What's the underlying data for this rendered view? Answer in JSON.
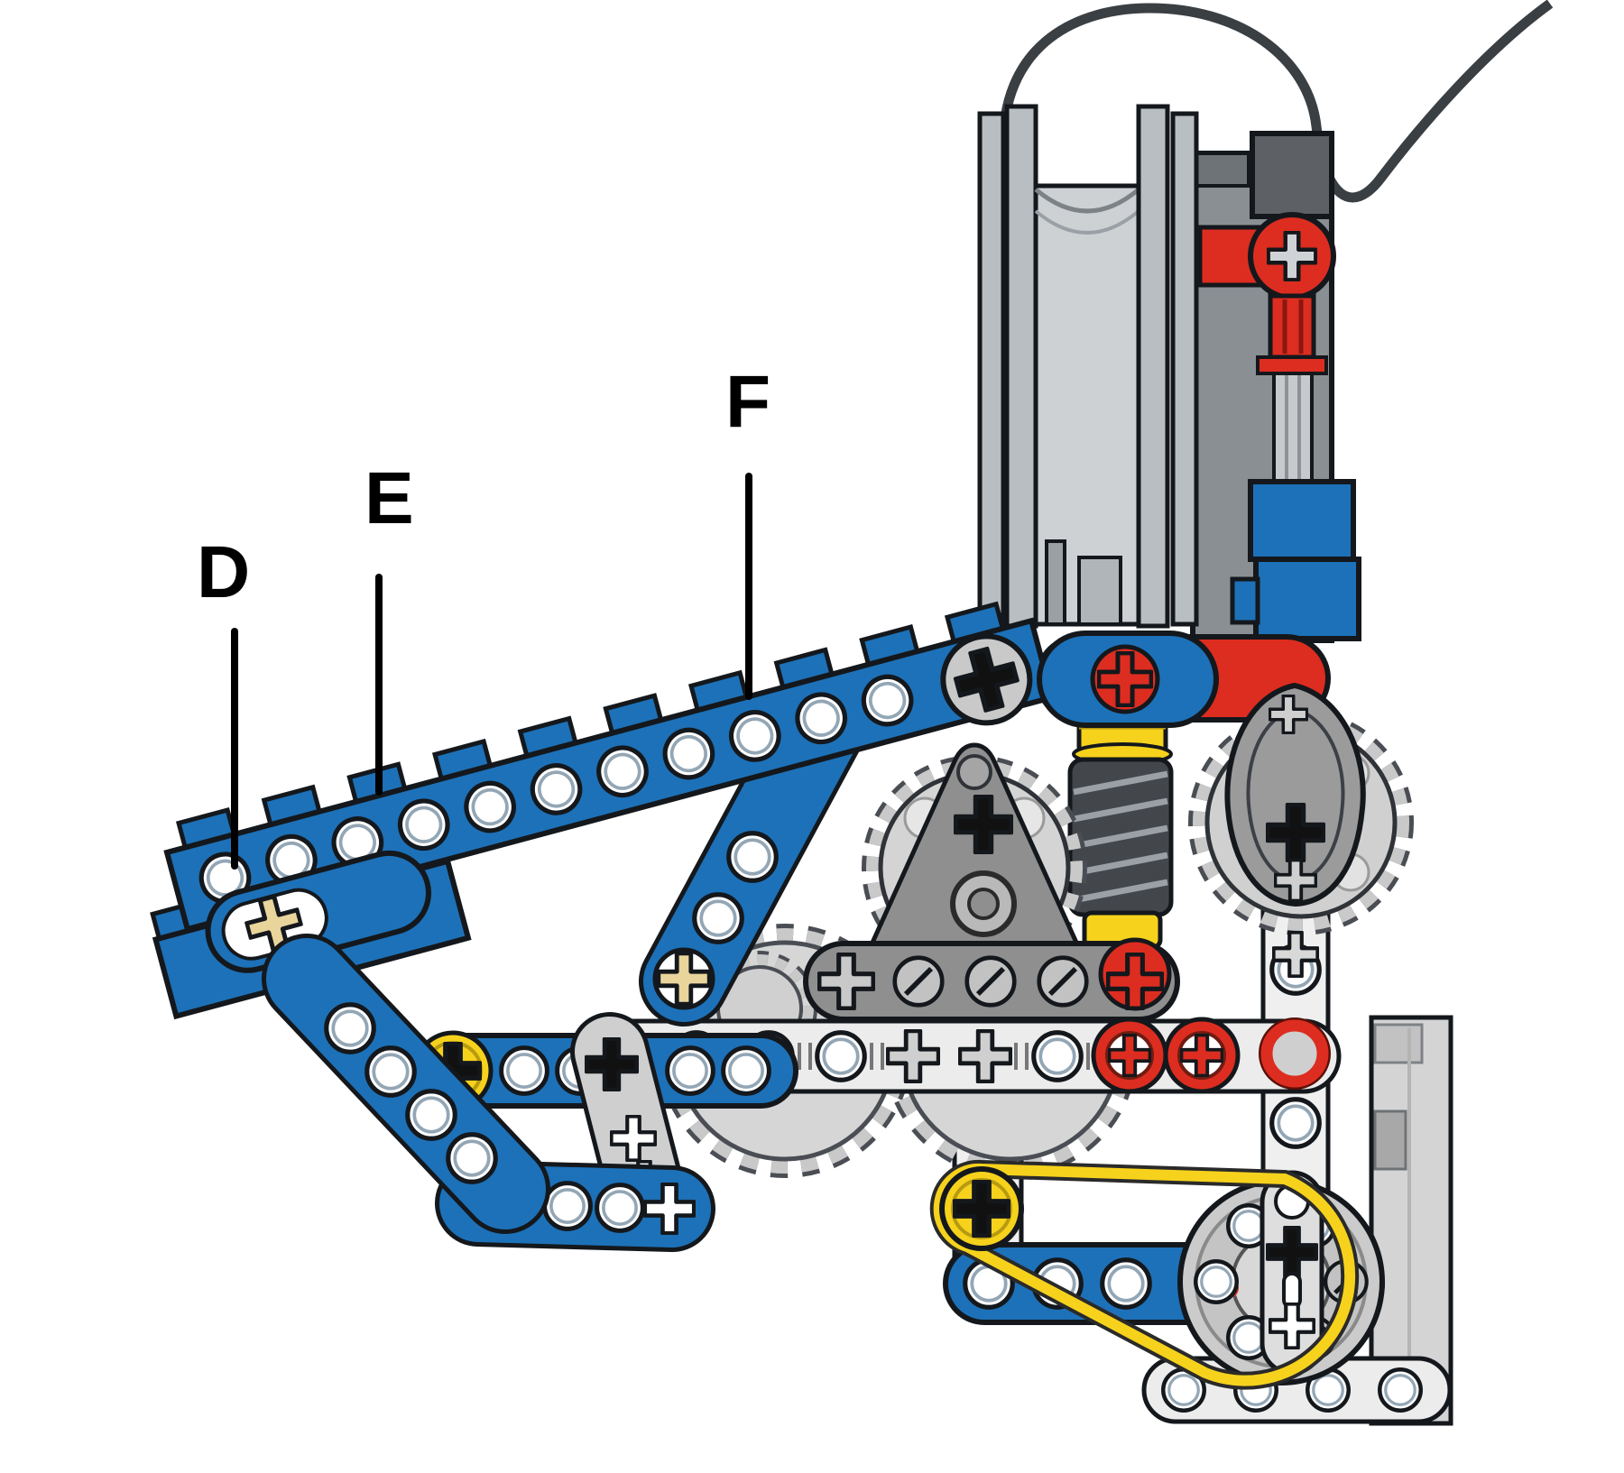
{
  "diagram": {
    "type": "lego-technic-assembly-callout",
    "labels": [
      {
        "id": "d",
        "text": "D"
      },
      {
        "id": "e",
        "text": "E"
      },
      {
        "id": "f",
        "text": "F"
      }
    ]
  },
  "colors": {
    "lego_blue": "#1d71b8",
    "lego_red": "#dd2d20",
    "lego_yellow": "#f6d21c",
    "lego_tan": "#e9d49c",
    "outline": "#14181c",
    "label": "#000000"
  }
}
